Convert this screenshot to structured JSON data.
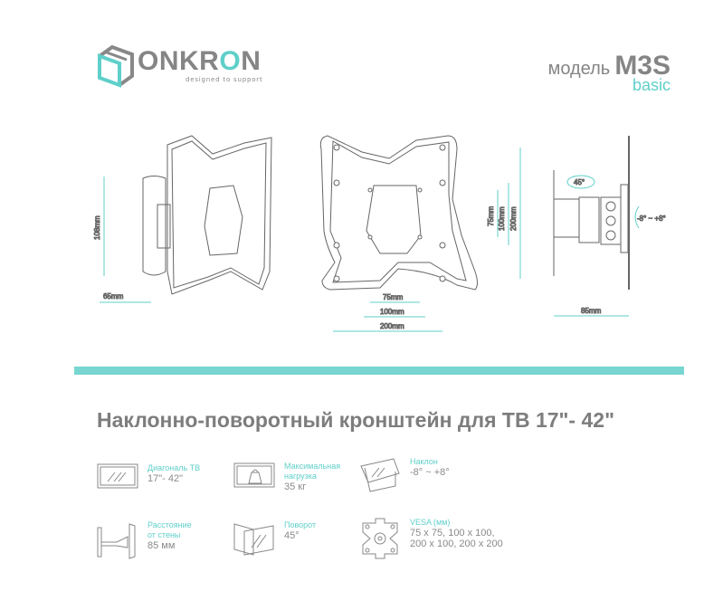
{
  "brand": {
    "name_prefix": "ONKR",
    "name_o": "O",
    "name_suffix": "N",
    "tagline": "designed to support"
  },
  "model": {
    "label": "модель",
    "code": "M3S",
    "variant": "basic"
  },
  "dimensions": {
    "side_height": "108mm",
    "side_depth": "65mm",
    "front_75v": "75mm",
    "front_100v": "100mm",
    "front_200v": "200mm",
    "front_75h": "75mm",
    "front_100h": "100mm",
    "front_200h": "200mm",
    "profile_swivel": "45°",
    "profile_tilt": "-8° ~ +8°",
    "profile_depth": "85mm"
  },
  "title": "Наклонно-поворотный кронштейн для ТВ  17\"- 42\"",
  "specs": [
    {
      "icon": "tv-diagonal-icon",
      "label": "Диагональ ТВ",
      "value": "17\"- 42\""
    },
    {
      "icon": "max-load-icon",
      "label": "Максимальная\nнагрузка",
      "value": "35 кг"
    },
    {
      "icon": "tilt-icon",
      "label": "Наклон",
      "value": "-8° ~ +8°"
    },
    {
      "icon": "wall-distance-icon",
      "label": "Расстояние\nот стены",
      "value": "85 мм"
    },
    {
      "icon": "swivel-icon",
      "label": "Поворот",
      "value": "45°"
    },
    {
      "icon": "vesa-icon",
      "label": "VESA (мм)",
      "value": "75 x 75, 100 x 100,\n200 x 100, 200 x 200"
    }
  ],
  "colors": {
    "accent": "#5fcfc9",
    "text": "#7d7d7d"
  }
}
